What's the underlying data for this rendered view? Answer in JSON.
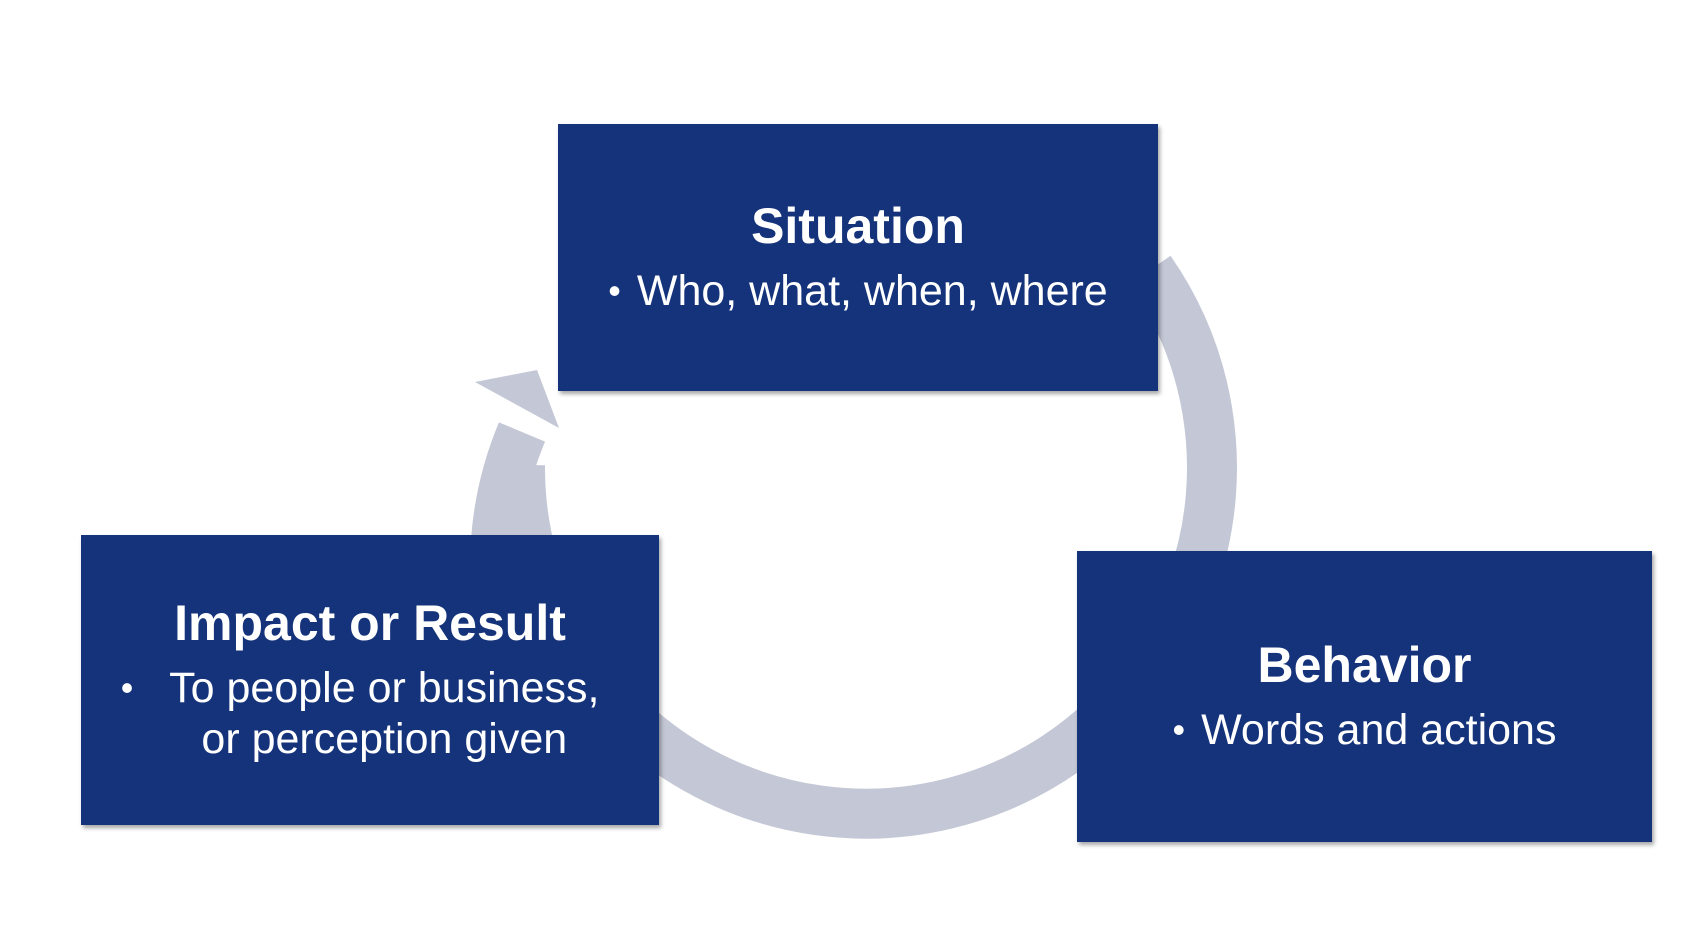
{
  "colors": {
    "box_fill": "#14337a",
    "box_text": "#ffffff",
    "cycle_arrow": "#c4c8d6",
    "background": "#ffffff"
  },
  "situation": {
    "title": "Situation",
    "bullet": "Who, what, when, where"
  },
  "behavior": {
    "title": "Behavior",
    "bullet": "Words and actions"
  },
  "impact": {
    "title": "Impact or Result",
    "bullet": "To people or business, or perception given"
  },
  "bullet_glyph": "•"
}
